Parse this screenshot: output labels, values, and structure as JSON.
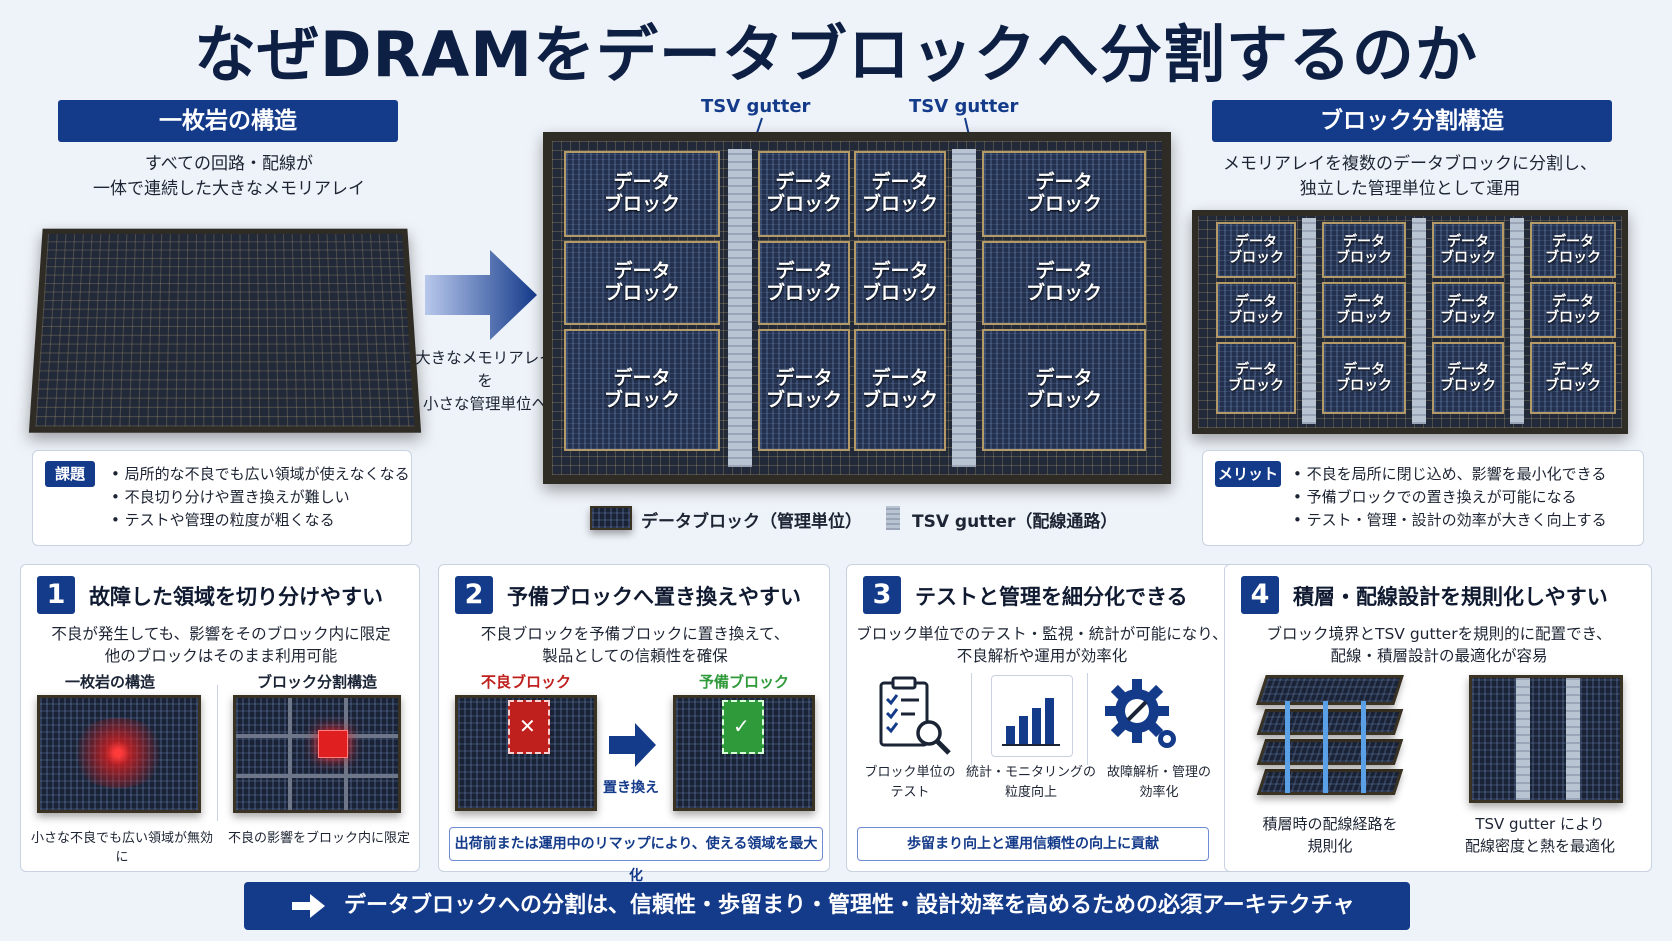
{
  "title": "なぜDRAMをデータブロックへ分割するのか",
  "left": {
    "heading": "一枚岩の構造",
    "desc": [
      "すべての回路・配線が",
      "一体で連続した大きなメモリアレイ"
    ],
    "issue_tag": "課題",
    "issues": [
      "• 局所的な不良でも広い領域が使えなくなる",
      "• 不良切り分けや置き換えが難しい",
      "• テストや管理の粒度が粗くなる"
    ]
  },
  "arrow_caption": [
    "大きなメモリアレイを",
    "小さな管理単位へ"
  ],
  "center": {
    "gutter_label": "TSV gutter",
    "block_label": "データ\nブロック",
    "legend_block": "データブロック（管理単位）",
    "legend_gutter": "TSV gutter（配線通路）"
  },
  "right": {
    "heading": "ブロック分割構造",
    "desc": [
      "メモリアレイを複数のデータブロックに分割し、",
      "独立した管理単位として運用"
    ],
    "merit_tag": "メリット",
    "merits": [
      "• 不良を局所に閉じ込め、影響を最小化できる",
      "• 予備ブロックでの置き換えが可能になる",
      "• テスト・管理・設計の効率が大きく向上する"
    ]
  },
  "panels": [
    {
      "num": "1",
      "title": "故障した領域を切り分けやすい",
      "desc": [
        "不良が発生しても、影響をそのブロック内に限定",
        "他のブロックはそのまま利用可能"
      ],
      "label_a": "一枚岩の構造",
      "label_b": "ブロック分割構造",
      "caption_a": "小さな不良でも広い領域が無効に",
      "caption_b": "不良の影響をブロック内に限定"
    },
    {
      "num": "2",
      "title": "予備ブロックへ置き換えやすい",
      "desc": [
        "不良ブロックを予備ブロックに置き換えて、",
        "製品としての信頼性を確保"
      ],
      "label_bad": "不良ブロック",
      "label_spare": "予備ブロック",
      "arrow_label": "置き換え",
      "note": "出荷前または運用中のリマップにより、使える領域を最大化"
    },
    {
      "num": "3",
      "title": "テストと管理を細分化できる",
      "desc": [
        "ブロック単位でのテスト・監視・統計が可能になり、",
        "不良解析や運用が効率化"
      ],
      "icons": [
        {
          "icon": "clipboard-search-icon",
          "label": [
            "ブロック単位の",
            "テスト"
          ]
        },
        {
          "icon": "bar-chart-icon",
          "label": [
            "統計・モニタリングの",
            "粒度向上"
          ]
        },
        {
          "icon": "gear-wrench-icon",
          "label": [
            "故障解析・管理の",
            "効率化"
          ]
        }
      ],
      "note": "歩留まり向上と運用信頼性の向上に貢献"
    },
    {
      "num": "4",
      "title": "積層・配線設計を規則化しやすい",
      "desc": [
        "ブロック境界とTSV gutterを規則的に配置でき、",
        "配線・積層設計の最適化が容易"
      ],
      "caption_a": [
        "積層時の配線経路を",
        "規則化"
      ],
      "caption_b": [
        "TSV gutter により",
        "配線密度と熱を最適化"
      ]
    }
  ],
  "conclusion": "データブロックへの分割は、信頼性・歩留まり・管理性・設計効率を高めるための必須アーキテクチャ",
  "colors": {
    "navy": "#143a8a",
    "defect_red": "#c0201d",
    "spare_green": "#2f9a3a"
  }
}
